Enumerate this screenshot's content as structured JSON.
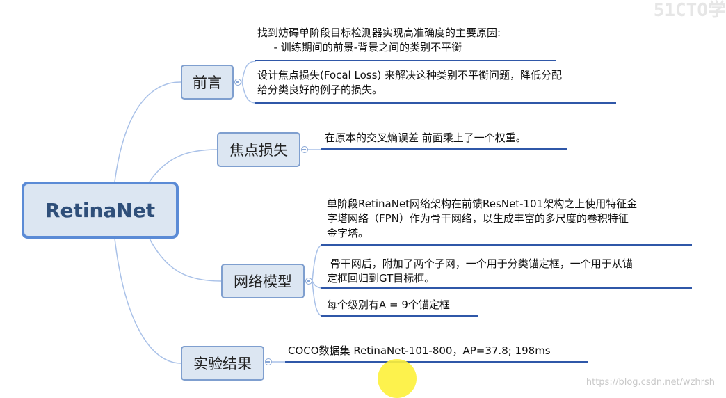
{
  "root": {
    "label": "RetinaNet"
  },
  "branches": [
    {
      "label": "前言",
      "leaves": [
        {
          "lines": [
            "找到妨碍单阶段目标检测器实现高准确度的主要原因:",
            "  - 训练期间的前景-背景之间的类别不平衡"
          ]
        },
        {
          "lines": [
            "设计焦点损失(Focal Loss) 来解决这种类别不平衡问题，降低分配",
            "给分类良好的例子的损失。"
          ]
        }
      ]
    },
    {
      "label": "焦点损失",
      "leaves": [
        {
          "lines": [
            "在原本的交叉熵误差 前面乘上了一个权重。"
          ]
        }
      ]
    },
    {
      "label": "网络模型",
      "leaves": [
        {
          "lines": [
            "单阶段RetinaNet网络架构在前馈ResNet-101架构之上使用特征金",
            "字塔网络（FPN）作为骨干网络，以生成丰富的多尺度的卷积特征",
            "金字塔。"
          ]
        },
        {
          "lines": [
            " 骨干网后，附加了两个子网，一个用于分类锚定框，一个用于从锚",
            "定框回归到GT目标框。"
          ]
        },
        {
          "lines": [
            "每个级别有A = 9个锚定框"
          ]
        }
      ]
    },
    {
      "label": "实验结果",
      "leaves": [
        {
          "lines": [
            "COCO数据集 RetinaNet-101-800，AP=37.8; 198ms"
          ]
        }
      ]
    }
  ],
  "watermark": "https://blog.csdn.net/wzhrsh",
  "logo": "51CTO学",
  "colors": {
    "node_fill": "#dce6f2",
    "node_border": "#7f9fcf",
    "root_border": "#5b8bd6",
    "connector": "#a9c1e8",
    "underline": "#2f57a8",
    "highlight": "#fdf13a"
  }
}
